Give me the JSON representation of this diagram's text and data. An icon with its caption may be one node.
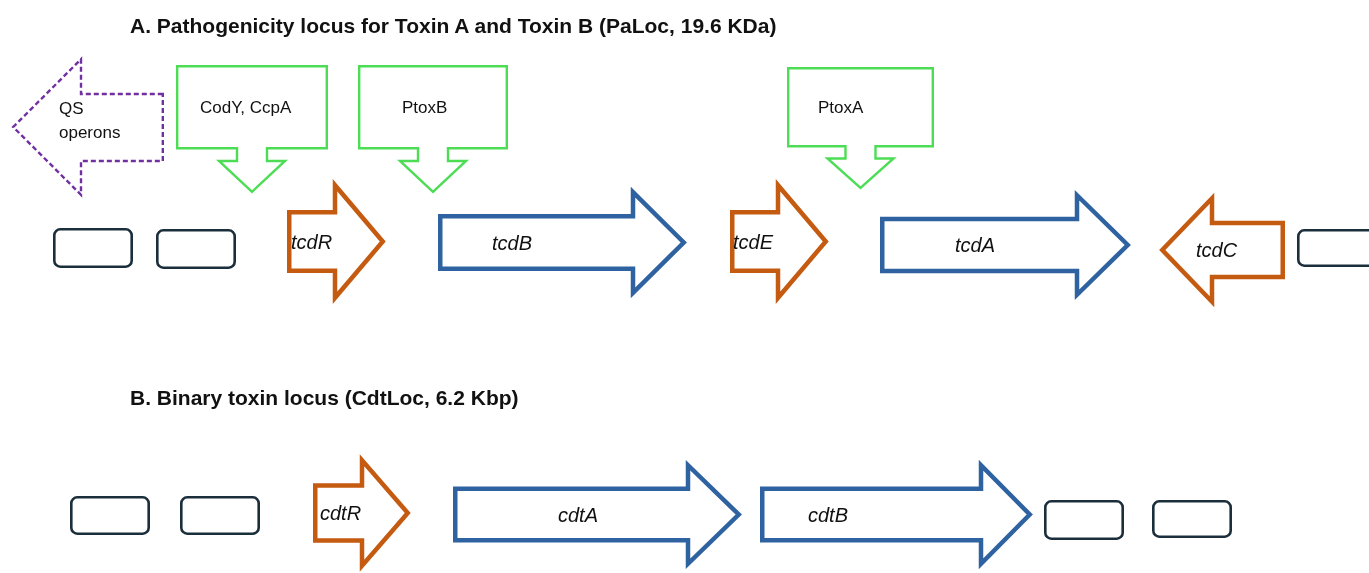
{
  "diagram": {
    "nodes": [
      {
        "text": [
          "QS operons"
        ]
      },
      {
        "text": [
          "CodY, CcpA"
        ]
      },
      {
        "text": [
          "PtoxB"
        ]
      },
      {
        "text": [
          "PtoxA"
        ]
      },
      {
        "text": [],
        "shape": "box"
      },
      {
        "text": [],
        "shape": "box"
      },
      {
        "text": [
          "tcdR"
        ]
      },
      {
        "text": [
          "tcdB"
        ]
      },
      {
        "text": [
          "tcdE"
        ]
      },
      {
        "text": [
          "tcdA"
        ]
      },
      {
        "text": [
          "tcdC"
        ]
      },
      {
        "text": [],
        "shape": "box"
      },
      {
        "text": [],
        "shape": "box"
      },
      {
        "text": [],
        "shape": "box"
      },
      {
        "text": [
          "cdtR"
        ]
      },
      {
        "text": [
          "cdtA"
        ]
      },
      {
        "text": [
          "cdtB"
        ]
      },
      {
        "text": [],
        "shape": "box"
      },
      {
        "text": [],
        "shape": "box"
      }
    ],
    "labels": [
      "A. Pathogenicity locus for Toxin A and Toxin B (PaLoc, 19.6 KDa)",
      "B. Binary toxin locus (CdtLoc, 6.2 Kbp)"
    ]
  }
}
